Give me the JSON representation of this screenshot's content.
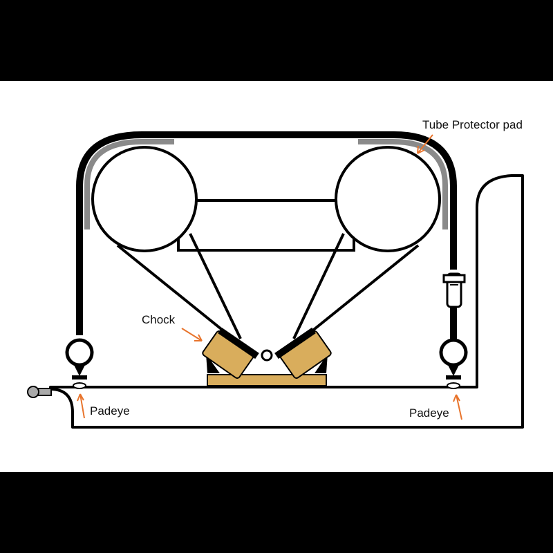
{
  "labels": {
    "tube_protector": "Tube Protector pad",
    "chock": "Chock",
    "padeye_left": "Padeye",
    "padeye_right": "Padeye"
  },
  "colors": {
    "background_band": "#000000",
    "canvas": "#ffffff",
    "line": "#000000",
    "protector_pad": "#8a8a8a",
    "chock_fill": "#d9ad5c",
    "arrow": "#e8742c",
    "ball": "#aaaaaa"
  }
}
